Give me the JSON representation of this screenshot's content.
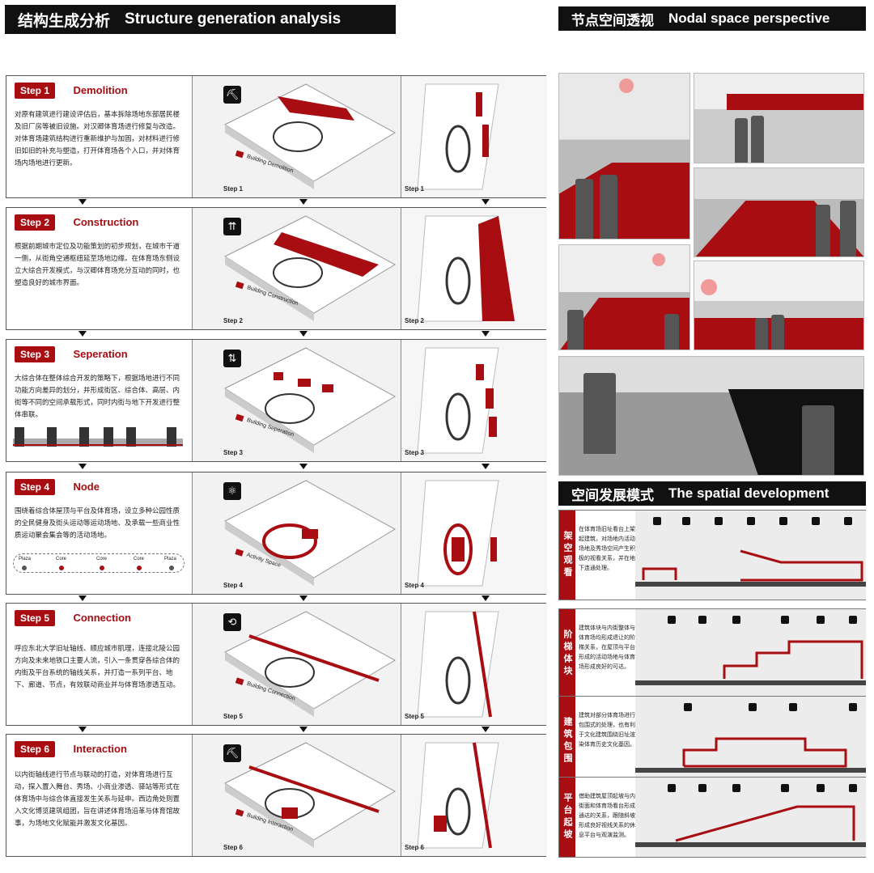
{
  "headers": {
    "left_cn": "结构生成分析",
    "left_en": "Structure generation analysis",
    "right_cn": "节点空间透视",
    "right_en": "Nodal space perspective",
    "spatial_cn": "空间发展模式",
    "spatial_en": "The spatial development"
  },
  "steps": [
    {
      "badge": "Step 1",
      "title": "Demolition",
      "desc": "对原有建筑进行建设评估后，基本拆除场地东部居民楼及旧厂房等被旧设施。对汉卿体育场进行修复与改造。对体育场建筑结构进行重新维护与加固，对材料进行修旧如旧的补充与塑造，打开体育场各个入口，并对体育场内场地进行更新。",
      "legend": "Building Demolition",
      "label": "Step 1"
    },
    {
      "badge": "Step 2",
      "title": "Construction",
      "desc": "根据前期城市定位及功能策划的初步规划，在城市干道一侧，从街角空通枢纽延至场地边缘。在体育场东侧设立大综合开发模式，与汉卿体育场充分互动的同时，也塑造良好的城市界面。",
      "legend": "Building Construction",
      "label": "Step 2"
    },
    {
      "badge": "Step 3",
      "title": "Seperation",
      "desc": "大综合体在整体综合开发的策略下，根据场地进行不同功能方向差异的划分，并形成街区、综合体、高层、内街等不同的空间承载形式，同时内街与地下开发进行整体串联。",
      "legend": "Building Seperation",
      "label": "Step 3"
    },
    {
      "badge": "Step 4",
      "title": "Node",
      "desc": "围绕着综合体屋顶与平台及体育场，设立多种公园性质的全民健身及街头运动等运动场地、及承载一些商业性质运动聚会集会等的活动场地。",
      "legend": "Activity Space",
      "label": "Step 4"
    },
    {
      "badge": "Step 5",
      "title": "Connection",
      "desc": "呼应东北大学旧址轴线、顺应城市肌理，连接北陵公园方向及未来地铁口主要人流，引入一条贯穿各综合体的内街及平台系统的轴线关系，并打造一系列平台、地下、廊道、节点，有效联动商业并与体育场渗透互动。",
      "legend": "Building Connection",
      "label": "Step 5"
    },
    {
      "badge": "Step 6",
      "title": "Interaction",
      "desc": "以内街轴线进行节点与联动的打造，对体育场进行互动，探入置入舞台、秀场、小商业渗透、驿站等形式在体育场中与综合体直接发生关系与延申。西边角处则置入文化博览建筑组团，旨在讲述体育场沿革与体育馆故事，为场地文化赋能并激发文化基因。",
      "legend": "Building Interaction",
      "label": "Step 6"
    }
  ],
  "node_labels": [
    "Plaza",
    "Core",
    "Core",
    "Core",
    "Plaza"
  ],
  "dev_modes": [
    {
      "side": "架空观看",
      "desc": "在体育场旧址看台上架起建筑，对场地内活动场地及秀场空间产生积极的视看关系，并在地下连通处理。"
    },
    {
      "side": "阶梯体块",
      "desc": "建筑体块与内街整体与体育场均形成退让的阶梯关系，在屋顶与平台形成的活动场地与体育场形成良好的可达。"
    },
    {
      "side": "建筑包围",
      "desc": "建筑对部分体育场进行包围式的处理，也有利于文化建筑围绕旧址渲染体育历史文化基因。"
    },
    {
      "side": "平台起坡",
      "desc": "借助建筑屋顶起坡与内街面和体育场看台形成通达的关系，跟随斜坡形成良好视线关系的休息平台与观演监测。"
    }
  ],
  "accent": "#a80d12"
}
